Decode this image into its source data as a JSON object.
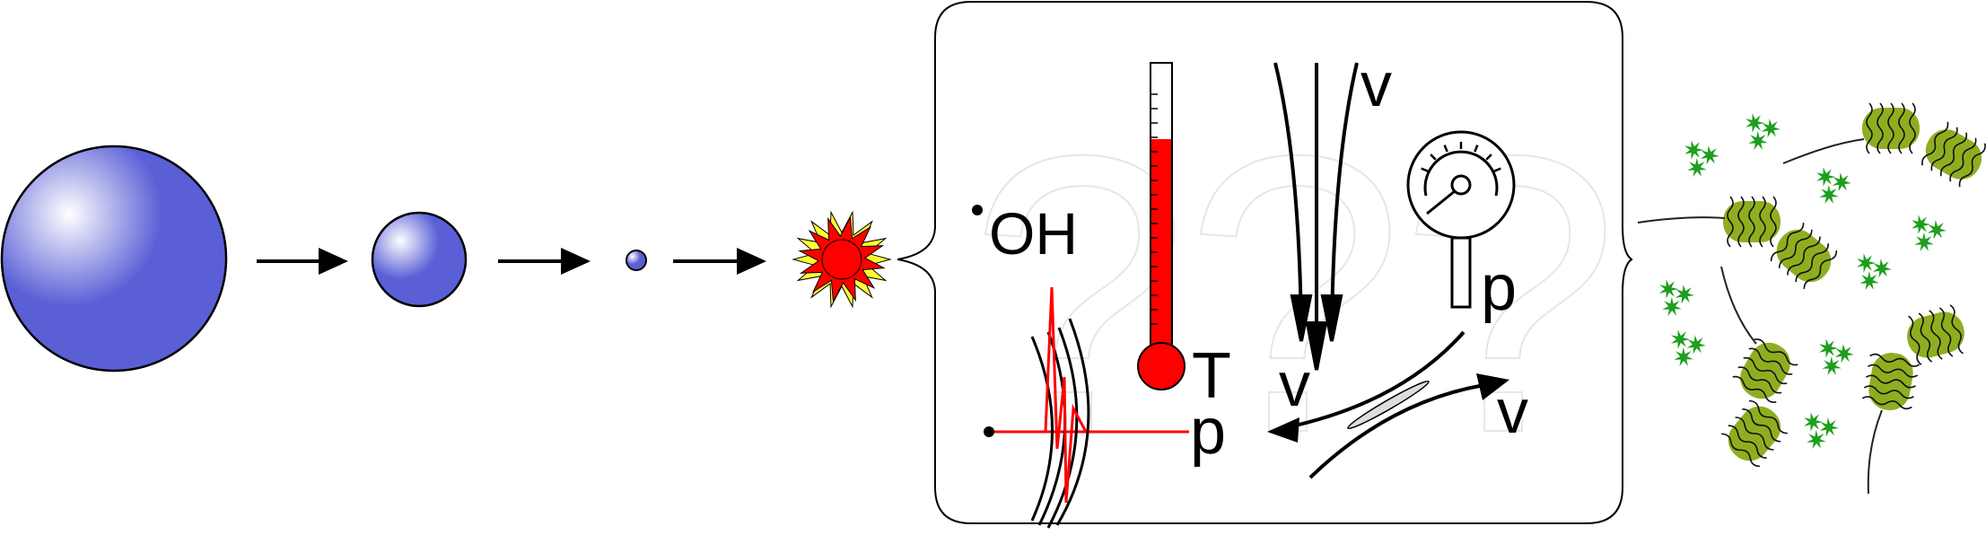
{
  "diagram": {
    "colors": {
      "sphere": "#5a5fd6",
      "sphere_highlight": "#ffffff",
      "mercury": "#ff0000",
      "sun_yellow": "#ffff33",
      "sun_red": "#ff0000",
      "bacteria": "#8fae1f",
      "debris": "#1e9e1e"
    },
    "background_glyph": "?",
    "labels": {
      "hydroxyl_radical": "OH",
      "temperature": "T",
      "velocity_top": "v",
      "pressure_gauge": "p",
      "pressure_shock": "p",
      "velocity_left": "v",
      "velocity_right": "v"
    }
  }
}
